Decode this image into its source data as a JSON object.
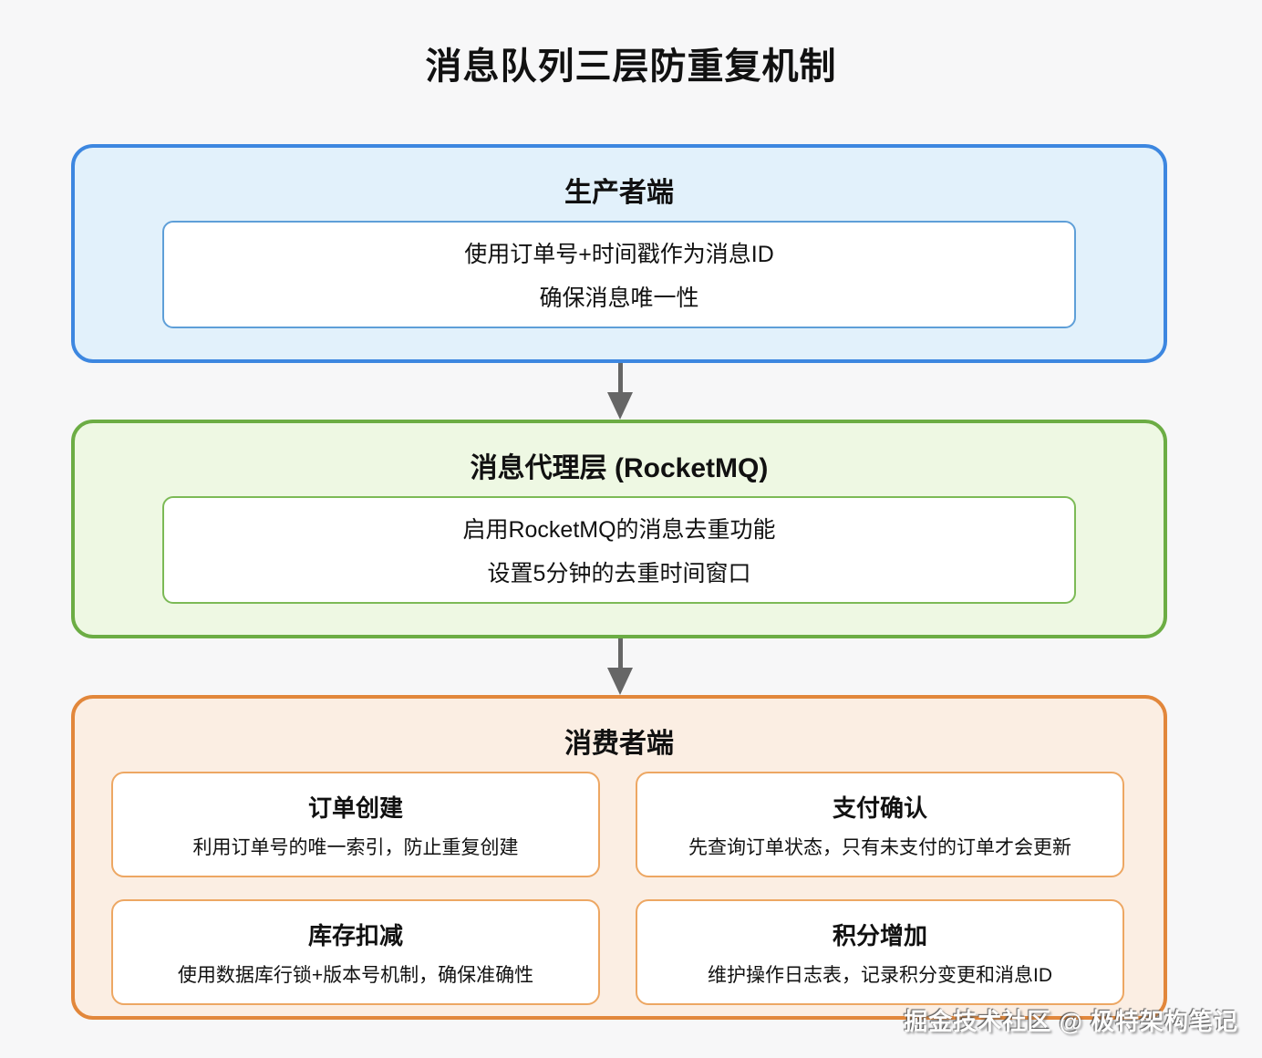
{
  "title": "消息队列三层防重复机制",
  "layers": {
    "producer": {
      "title": "生产者端",
      "step": {
        "line1": "使用订单号+时间戳作为消息ID",
        "line2": "确保消息唯一性"
      }
    },
    "broker": {
      "title": "消息代理层 (RocketMQ)",
      "step": {
        "line1": "启用RocketMQ的消息去重功能",
        "line2": "设置5分钟的去重时间窗口"
      }
    },
    "consumer": {
      "title": "消费者端",
      "items": [
        {
          "title": "订单创建",
          "desc": "利用订单号的唯一索引，防止重复创建"
        },
        {
          "title": "支付确认",
          "desc": "先查询订单状态，只有未支付的订单才会更新"
        },
        {
          "title": "库存扣减",
          "desc": "使用数据库行锁+版本号机制，确保准确性"
        },
        {
          "title": "积分增加",
          "desc": "维护操作日志表，记录积分变更和消息ID"
        }
      ]
    }
  },
  "watermark": "掘金技术社区 @ 极特架构笔记",
  "colors": {
    "page_background": "#f7f7f8",
    "producer_border": "#3d87e0",
    "producer_fill": "#e2f1fb",
    "producer_inner_border": "#5e9fd8",
    "broker_border": "#6cad44",
    "broker_fill": "#eef8e3",
    "broker_inner_border": "#7cba56",
    "consumer_border": "#e2873b",
    "consumer_fill": "#fbeee3",
    "consumer_inner_border": "#eda763",
    "arrow": "#666666",
    "text": "#111111"
  }
}
